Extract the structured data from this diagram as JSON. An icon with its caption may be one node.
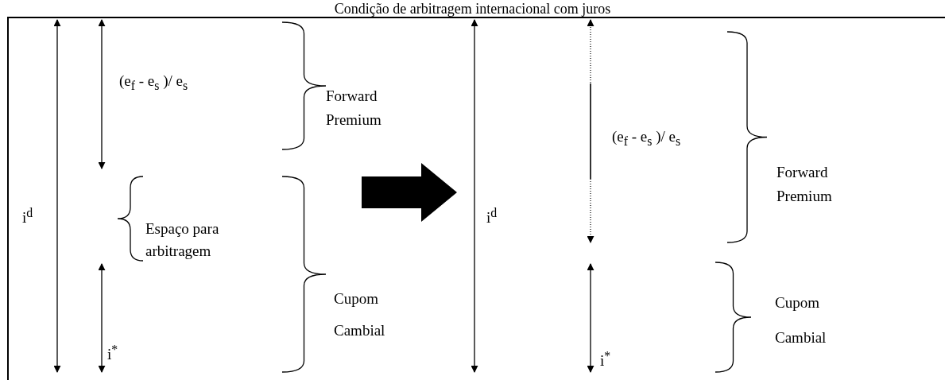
{
  "diagram": {
    "title": "Condição de arbitragem internacional com juros",
    "labels": [
      "(e$_{f}$ - e$_{s}$ )/ e$_{s}$",
      "Forward Premium",
      "i$^{d}$",
      "Espaço para arbitragem",
      "Cupom Cambial",
      "i$^{*}$",
      "(e$_{f}$ - e$_{s}$ )/ e$_{s}$",
      "Forward Premium",
      "i$^{d}$",
      "Cupom Cambial",
      "i$^{*}$"
    ]
  }
}
